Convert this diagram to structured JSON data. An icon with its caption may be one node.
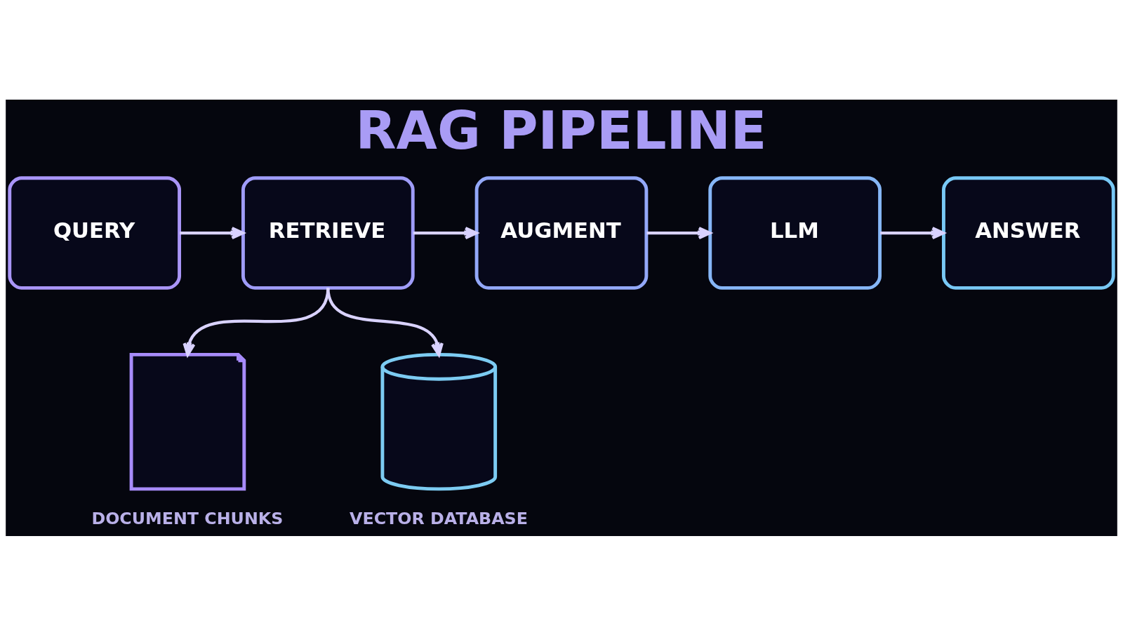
{
  "diagram": {
    "title": "RAG PIPELINE",
    "nodes": [
      {
        "text": [
          "QUERY"
        ]
      },
      {
        "text": [
          "RETRIEVE"
        ]
      },
      {
        "text": [
          "AUGMENT"
        ]
      },
      {
        "text": [
          "LLM"
        ]
      },
      {
        "text": [
          "ANSWER"
        ]
      },
      {
        "text": [],
        "shape": "picture",
        "beside": [
          "DOCUMENT CHUNKS"
        ]
      },
      {
        "text": [],
        "shape": "cylinder",
        "beside": [
          "VECTOR DATABASE"
        ]
      }
    ],
    "edges": [
      {
        "from": 0,
        "to": 1,
        "arrow": "to"
      },
      {
        "from": 1,
        "to": 2,
        "arrow": "to"
      },
      {
        "from": 2,
        "to": 3,
        "arrow": "to"
      },
      {
        "from": 3,
        "to": 4,
        "arrow": "to"
      },
      {
        "from": 1,
        "to": 5,
        "arrow": "to"
      },
      {
        "from": 1,
        "to": 6,
        "arrow": "to"
      }
    ]
  }
}
